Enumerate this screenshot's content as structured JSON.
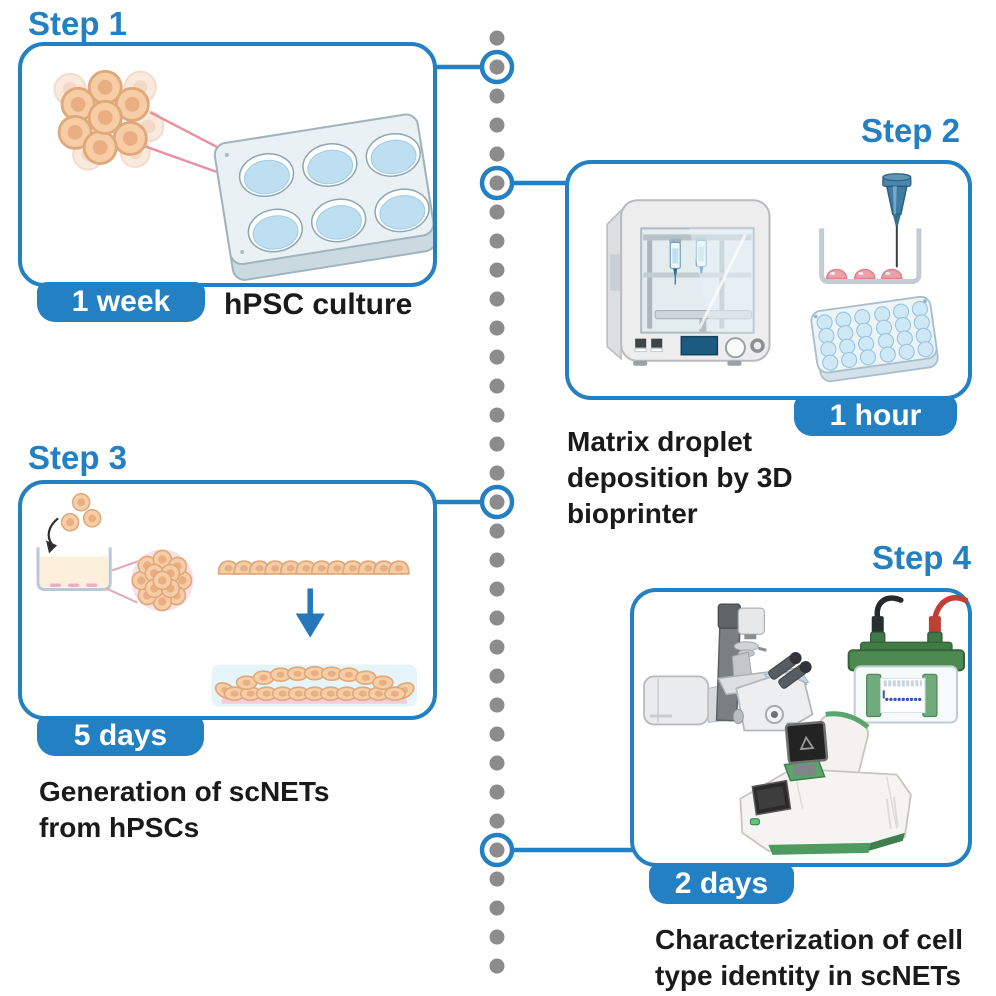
{
  "figure": {
    "background": "#FFFFFF",
    "accent_color": "#2380C3",
    "text_color": "#1A1A1A",
    "timeline": {
      "dot_color": "#8C8C8C",
      "dot_count": 33,
      "connector_ring_color": "#2380C3"
    }
  },
  "steps": [
    {
      "title": "Step 1",
      "duration": "1 week",
      "caption": "hPSC culture",
      "illustrations": [
        "hpsc-colony",
        "six-well-plate"
      ]
    },
    {
      "title": "Step 2",
      "duration": "1 hour",
      "caption": "Matrix droplet\ndeposition by 3D\nbioprinter",
      "illustrations": [
        "3d-bioprinter",
        "syringe-needle",
        "droplet-dish",
        "24-well-plate"
      ]
    },
    {
      "title": "Step 3",
      "duration": "5 days",
      "caption": "Generation of scNETs\nfrom hPSCs",
      "illustrations": [
        "cell-seeding-dish",
        "spheroid",
        "cell-monolayer",
        "down-arrow",
        "tissue-layer"
      ]
    },
    {
      "title": "Step 4",
      "duration": "2 days",
      "caption": "Characterization of cell\ntype identity in scNETs",
      "illustrations": [
        "confocal-microscope",
        "gel-electrophoresis-tank",
        "thermocycler"
      ]
    }
  ]
}
